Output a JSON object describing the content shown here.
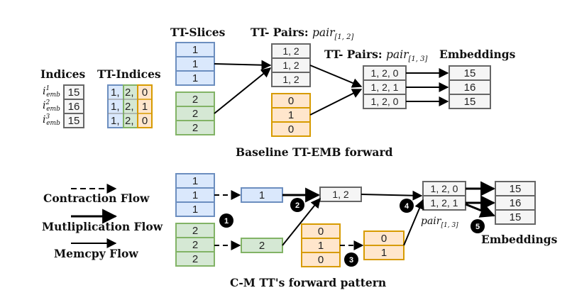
{
  "headers": {
    "indices": "Indices",
    "tt_indices": "TT-Indices",
    "tt_slices": "TT-Slices",
    "pairs12_prefix": "TT- Pairs: ",
    "pairs13_prefix": "TT- Pairs: ",
    "embeddings_top": "Embeddings",
    "embeddings_bottom": "Embeddings"
  },
  "pair_label": {
    "base": "pair",
    "sub12": "[1, 2]",
    "sub13": "[1, 3]"
  },
  "i_emb": {
    "base": "i",
    "sub": "emb",
    "sups": [
      "1",
      "2",
      "3"
    ]
  },
  "indices": [
    "15",
    "16",
    "15"
  ],
  "tt_indices": {
    "a": [
      "1,",
      "1,",
      "1,"
    ],
    "b": [
      "2,",
      "2,",
      "2,"
    ],
    "c": [
      "0",
      "1",
      "0"
    ]
  },
  "slices_blue": [
    "1",
    "1",
    "1"
  ],
  "slices_green": [
    "2",
    "2",
    "2"
  ],
  "pairs12_top": [
    "1, 2",
    "1, 2",
    "1, 2"
  ],
  "orange_top": [
    "0",
    "1",
    "0"
  ],
  "pairs13_top": [
    "1, 2, 0",
    "1, 2, 1",
    "1, 2, 0"
  ],
  "embeddings_top_vals": [
    "15",
    "16",
    "15"
  ],
  "captions": {
    "baseline": "Baseline TT-EMB forward",
    "cm": "C-M TT's forward pattern"
  },
  "legend": {
    "contraction": "Contraction Flow",
    "multiplication": "Mutliplication Flow",
    "memcpy": "Memcpy Flow"
  },
  "bottom": {
    "slices_blue": [
      "1",
      "1",
      "1"
    ],
    "slices_green": [
      "2",
      "2",
      "2"
    ],
    "blue_single": "1",
    "green_single": "2",
    "pair12_single": "1, 2",
    "orange_three": [
      "0",
      "1",
      "0"
    ],
    "orange_two": [
      "0",
      "1"
    ],
    "pairs13_two": [
      "1, 2, 0",
      "1, 2, 1"
    ],
    "embeddings": [
      "15",
      "16",
      "15"
    ],
    "badges": [
      "1",
      "2",
      "3",
      "4",
      "5"
    ]
  },
  "colors": {
    "blue_fill": "#dae8fc",
    "blue_stroke": "#6c8ebf",
    "green_fill": "#d5e8d4",
    "green_stroke": "#82b366",
    "orange_fill": "#ffe6cc",
    "orange_stroke": "#d79b00",
    "gray_fill": "#f5f5f5",
    "gray_stroke": "#666666"
  }
}
